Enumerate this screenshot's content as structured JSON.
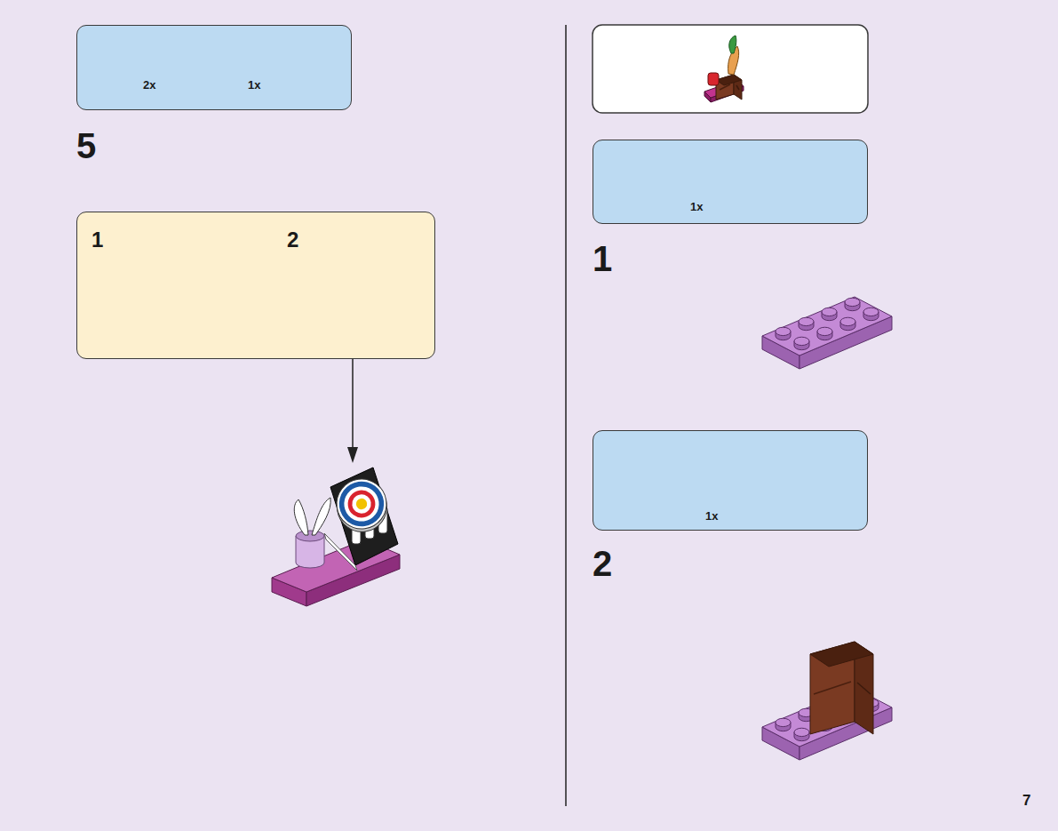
{
  "diagram": {
    "nodes": [
      {
        "text": [
          "2x",
          "1x"
        ]
      },
      {
        "text": [
          "1",
          "2"
        ]
      },
      {
        "text": [
          "1x"
        ]
      },
      {
        "text": [
          "1x"
        ]
      }
    ],
    "edges": [],
    "labels": [
      "5",
      "1",
      "2",
      "7"
    ]
  }
}
